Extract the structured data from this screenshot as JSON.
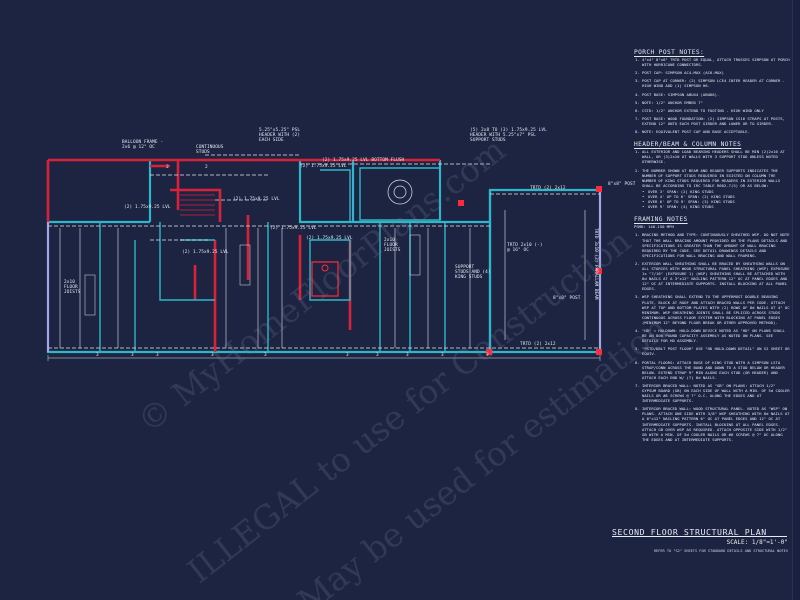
{
  "plan": {
    "colors": {
      "background": "#1d2442",
      "wall": "#2fb6c8",
      "wall_red": "#d9223a",
      "beam_red": "#ff2b3a",
      "line": "#dfe3ec",
      "header": "#c8a0f0"
    },
    "labels": {
      "balloon_frame": "BALLOON FRAME -\n2x6 @ 12\" OC",
      "continuous_studs": "CONTINUOUS\nSTUDS",
      "beam_top": "5.25\"x5.25\" PSL\nHEADER WITH (2)\nEACH SIDE",
      "beam_tr": "(5) 2x8 TO (3) 1.75x9.25 LVL\nHEADER WITH 5.25\"x7\" PSL\nSUPPORT STUDS",
      "lvl_bottom_flush": "(2) 1.75x9.25 LVL BOTTOM FLUSH",
      "lvl_1": "(2) 1.75x9.25 LVL",
      "lvl_2": "(2) 1.75x9.25 LVL",
      "lvl_3": "(2) 1.75x9.25 LVL",
      "lvl_4": "(2) 1.75x9.25 LVL",
      "lvl_5": "(2) 1.75x9.25 LVL",
      "lvl_6": "(2) 1.75x9.25 LVL",
      "post_8x8_top": "8\"x8\" POST",
      "post_8x8_bottom": "8\"x8\" POST",
      "hdr_2x12_top": "TRTD (2) 2x12",
      "hdr_2x12_bottom": "TRTD (2) 2x12",
      "hdr_2x10": "TRTD 2x10 (-)\n@ 16\" OC",
      "support_studs": "SUPPORT\nSTUDS AND (4)\nKING STUDS",
      "porch_beam_vertical": "TRTD 3x10 (2) PARALLAM BEAM",
      "floor_joists": [
        "2x10\nFLOOR\nJOISTS",
        "2x10\nFLOOR\nJOISTS"
      ],
      "dim_marks": [
        "3",
        "3",
        "3",
        "3",
        "3",
        "3",
        "3",
        "3",
        "3",
        "3",
        "2",
        "2"
      ]
    }
  },
  "notes": {
    "porch": {
      "title": "PORCH POST NOTES:",
      "items": [
        "4\"x4\" 8\"x8\" TRTD POST OR EQUAL, ATTACH TRUSSES SIMPSON AT PORCH WITH HURRICANE CONNECTORS.",
        "POST CAP: SIMPSON AC4-MAX (AC6-MAX)",
        "POST CAP AT CORNER: (2) SIMPSON LCE4 INTER HEADER AT CORNER - HIGH WIND ADD (1) SIMPSON H6.",
        "POST BASE: SIMPSON ABU44 (ABU66).",
        "NOTE: 1/2\" ANCHOR EMBED 7\"",
        "CSTD: 1/2\" ANCHOR EXTEND TO FOOTING - HIGH WIND ONLY",
        "POST BASE: WOOD FOUNDATION: (2) SIMPSON CS16 STRAPS AT POSTS, EXTEND 12\" ONTO EACH POST GIRDER AND LOWER OR TO GIRDER.",
        "NOTE: EQUIVALENT POST CAP AND BASE ACCEPTABLE."
      ]
    },
    "header": {
      "title": "HEADER/BEAM & COLUMN NOTES",
      "items": [
        "ALL EXTERIOR AND LOAD BEARING HEADERS SHALL BE MIN (2)2x10 AT WALL, OR (3)2x10 AT WALLS WITH 3 SUPPORT STUD UNLESS NOTED OTHERWISE.",
        "THE NUMBER SHOWN AT BEAM AND HEADER SUPPORTS INDICATES THE NUMBER OF SUPPORT STUDS REQUIRED IN EXISTED ON COLUMN THE NUMBER OF KING STUDS REQUIRED FOR HEADERS IN EXTERIOR WALLS SHALL BE ACCORDING TO IRC TABLE R602.7(5) OR AS BELOW:"
      ],
      "spans": [
        "OVER 3' SPAN: (2) KING STUDS",
        "OVER 4' UP TO 6' SPAN: (2) KING STUDS",
        "OVER 6' UP TO 9' SPAN: (3) KING STUDS",
        "OVER 9' SPAN: (4) KING STUDS"
      ]
    },
    "framing": {
      "title": "FRAMING NOTES",
      "subtitle": "PSMD: 140-150 MPH",
      "items": [
        "BRACING METHOD AND TYPE: CONTINUOUSLY SHEATHED WSP. DO NOT NOTE THAT THE WALL BRACING AMOUNT PROVIDED ON THE PLANS DETAILS AND SPECIFICATIONS IS GREATER THAN THE AMOUNT OF WALL BRACING REQUIRED BY THE CODE. SEE DETAIL DRAWINGS DETAILS AND SPECIFICATIONS FOR WALL BRACING AND WALL FRAMING.",
        "EXTERIOR WALL SHEATHING SHALL BE BRACED BY SHEATHING WALLS ON ALL STORIES WITH WOOD STRUCTURAL PANEL SHEATHING (WSP) EXPOSURE 1s \"7/16\" (EXPOSURE 1) (WSP) SHEATHING SHALL BE ATTACHED WITH 8d NAILS AT A 3\"x12\" NAILING PATTERN 12\" OC AT PANEL EDGES AND 12\" OC AT INTERMEDIATE SUPPORTS. INSTALL BLOCKING AT ALL PANEL EDGES.",
        "WSP SHEATHING SHALL EXTEND TO THE UPPERMOST DOUBLE BEARING PLATE, BLOCK AT ROOF AND ATTACH BRACED WALLS PER CODE. ATTACH WSP AT TOP AND BOTTOM PLATES WITH (2) ROWS OF 8d NAILS AT 4\" OC MINIMUM. WSP SHEATHING JOINTS SHALL BE SPLICED ACROSS STUDS CONTINUOUS ACROSS FLOOR SYSTEM WITH BLOCKING AT PANEL EDGES (MINIMUM 12\" BEYOND FLOOR BREAK OR OTHER APPROVED METHOD).",
        "\"HD\" = HOLDOWN: HOLD-DOWN DEVICE NOTED AS \"HD\" ON PLANS SHALL BE AN 800 POUND CAPACITY ASSEMBLY AS NOTED ON PLANS. SEE DETAILS FOR HD ASSEMBLY.",
        "\"PSTD/DBLT POST FLOOR\" USE \"HD HOLD-DOWN DETAIL\" ON S2 SHEET OR EQUIV.",
        "PORTAL FLOORS: ATTACH BASE OF KING STUD WITH A SIMPSON LSTA STRAP/CONN ACROSS THE BAND AND DOWN TO A STUD BELOW OR HEADER BELOW. EXTEND STRAP 9\" MIN ALONG EACH STUD (OR HEADER) AND ATTACH EACH END W/ (7) 8d NAILS.",
        "INTERIOR BRACED WALL: NOTED AS \"GB\" ON PLANS: ATTACH 1/2\" GYPSUM BOARD (GB) ON EACH SIDE OF WALL WITH A MIN. OF 5d COOLER NAILS OR #6 SCREWS @ 7\" O.C. ALONG THE EDGES AND AT INTERMEDIATE SUPPORTS.",
        "INTERIOR BRACED WALL: WOOD STRUCTURAL PANEL. NOTED AS \"WSP\" ON PLANS. ATTACH ONE SIDE WITH 3/8\" WSP SHEATHING WITH 8d NAILS AT A 6\"x12\" NAILING PATTERN 6\" OC AT PANEL EDGES AND 12\" OC AT INTERMEDIATE SUPPORTS. INSTALL BLOCKING AT ALL PANEL EDGES. ATTACH GB OVER WSP AS REQUIRED. ATTACH OPPOSITE SIDE WITH 1/2\" GB WITH A MIN. OF 5d COOLER NAILS OR #6 SCREWS @ 7\" OC ALONG THE EDGES AND AT INTERMEDIATE SUPPORTS."
      ]
    }
  },
  "title_block": {
    "title": "SECOND FLOOR STRUCTURAL PLAN",
    "scale": "SCALE: 1/8\"=1'-0\"",
    "refer": "REFER TO \"S2\" SHEETS FOR STANDARD DETAILS AND STRUCTURAL NOTES"
  },
  "watermark": {
    "line1": "© MyHomeFloorPlans.com",
    "line2": "ILLEGAL to use for Construction",
    "line3": "May be used for estimation"
  }
}
